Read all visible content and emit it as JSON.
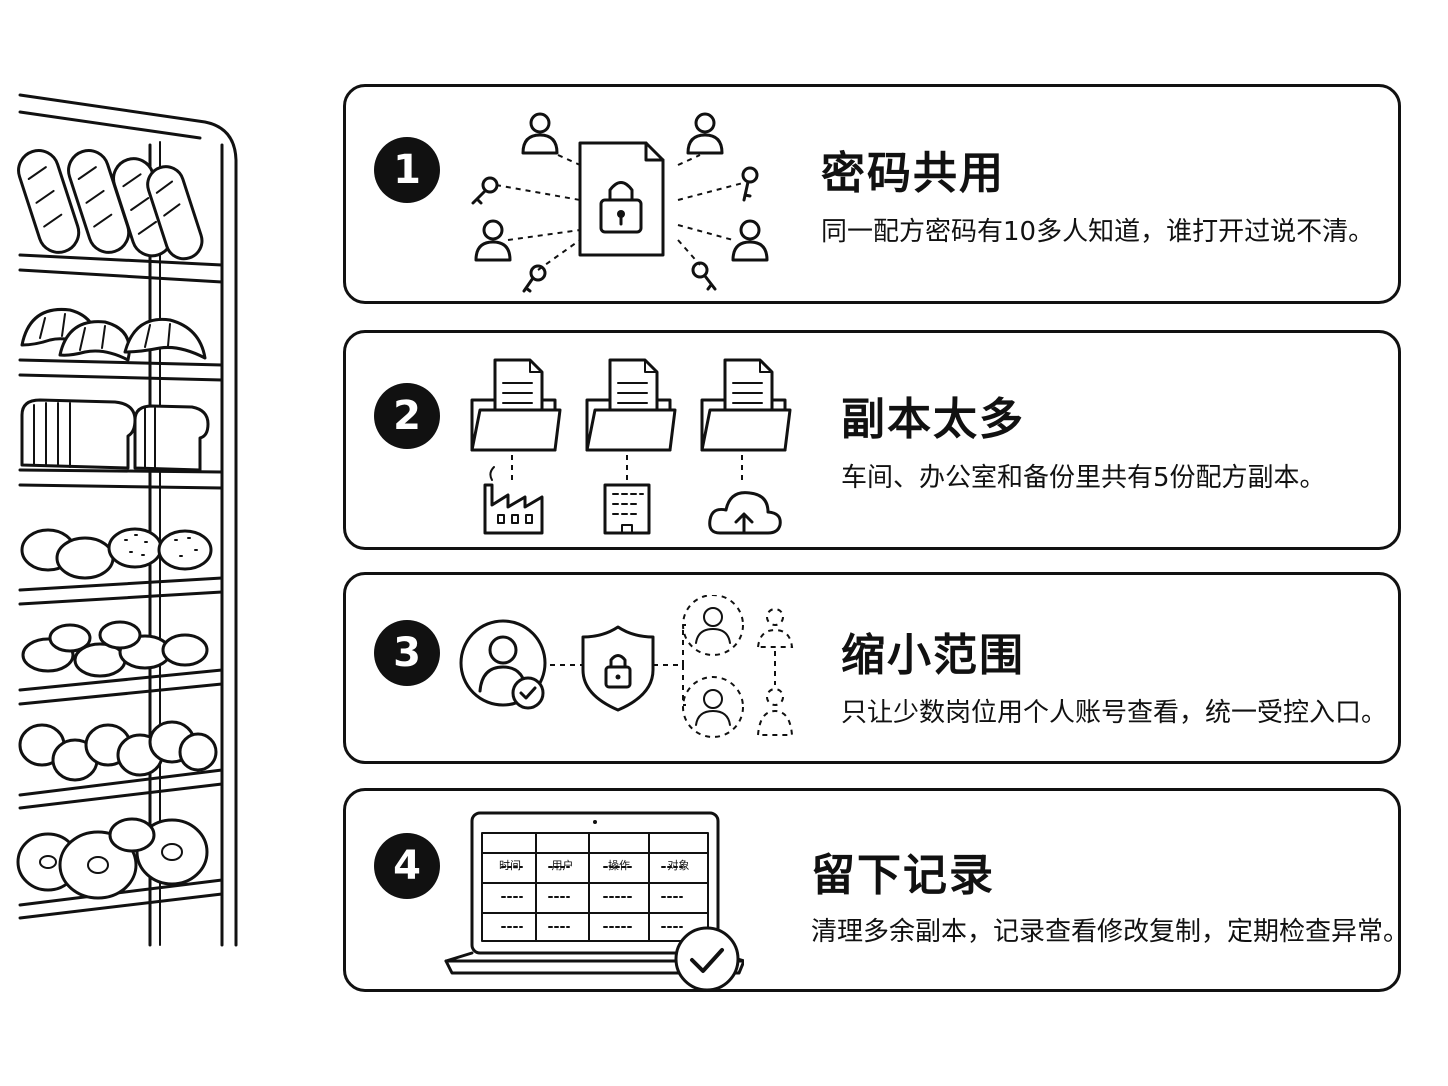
{
  "steps": [
    {
      "number": "1",
      "title": "密码共用",
      "description": "同一配方密码有10多人知道，谁打开过说不清。"
    },
    {
      "number": "2",
      "title": "副本太多",
      "description": "车间、办公室和备份里共有5份配方副本。"
    },
    {
      "number": "3",
      "title": "缩小范围",
      "description": "只让少数岗位用个人账号查看，统一受控入口。"
    },
    {
      "number": "4",
      "title": "留下记录",
      "description": "清理多余副本，记录查看修改复制，定期检查异常。"
    }
  ],
  "log_table": {
    "headers": [
      "时间",
      "用户",
      "操作",
      "对象"
    ]
  },
  "icons": {
    "shelf": "bread-shelf-illustration",
    "step1": [
      "lock-document-icon",
      "user-icon",
      "key-icon"
    ],
    "step2": [
      "folder-document-icon",
      "factory-icon",
      "office-building-icon",
      "cloud-upload-icon"
    ],
    "step3": [
      "verified-user-icon",
      "shield-lock-icon",
      "dashed-user-icon"
    ],
    "step4": [
      "laptop-icon",
      "check-circle-icon"
    ]
  },
  "colors": {
    "ink": "#111111",
    "background": "#ffffff"
  }
}
